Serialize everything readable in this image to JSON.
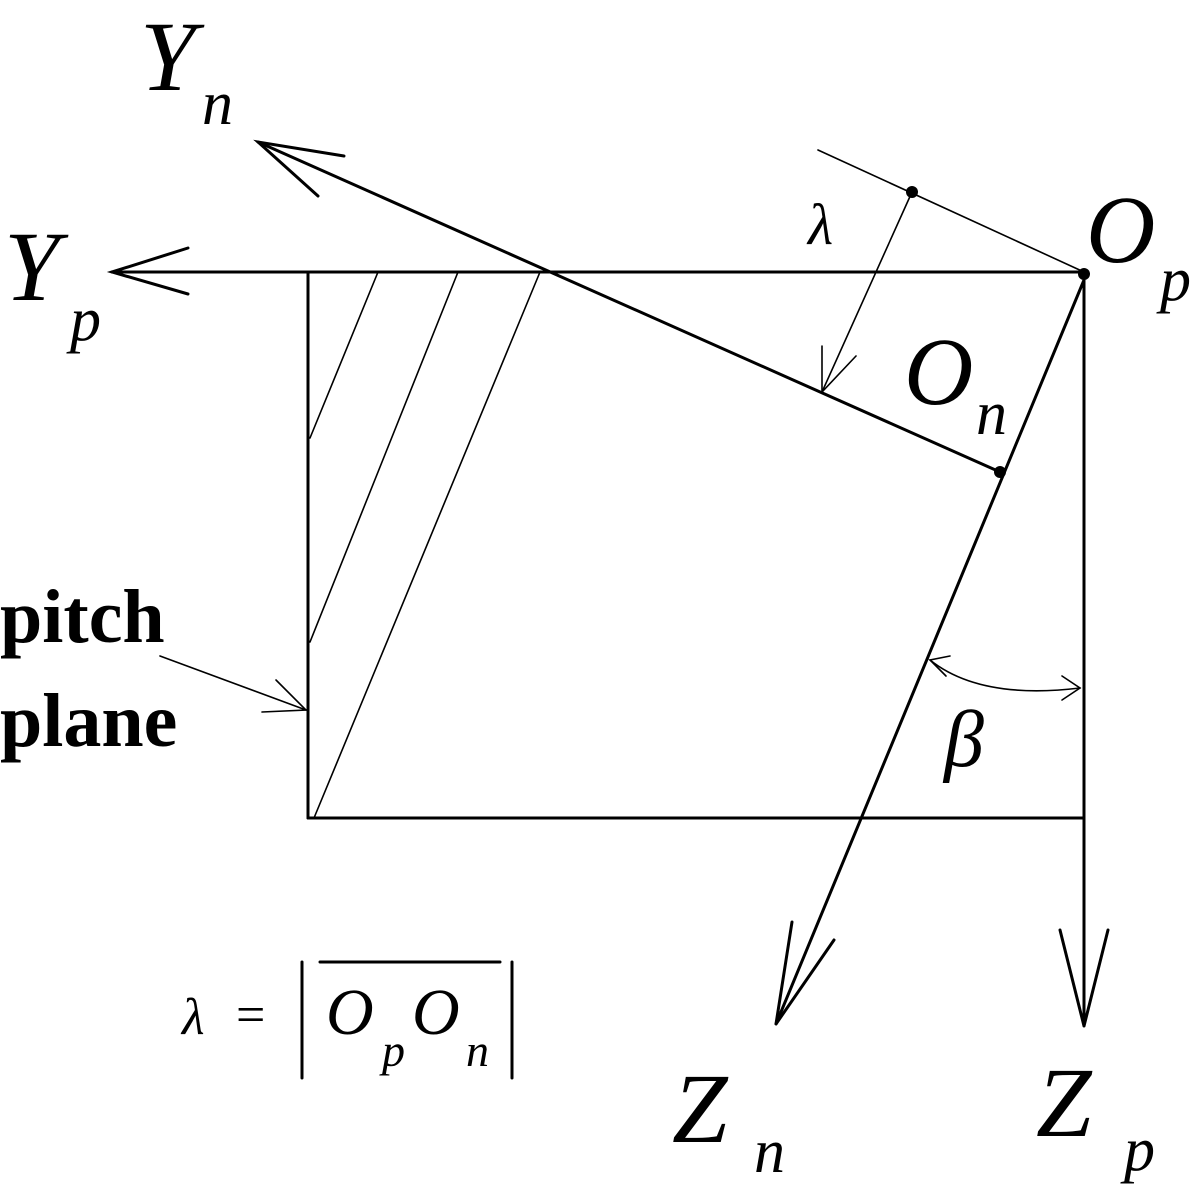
{
  "labels": {
    "y_n": "Y",
    "y_n_sub": "n",
    "y_p": "Y",
    "y_p_sub": "p",
    "o_p": "O",
    "o_p_sub": "p",
    "o_n": "O",
    "o_n_sub": "n",
    "z_n": "Z",
    "z_n_sub": "n",
    "z_p": "Z",
    "z_p_sub": "p",
    "lambda": "λ",
    "beta": "β",
    "pitch_line1": "pitch",
    "pitch_line2": "plane"
  },
  "formula": {
    "lhs": "λ",
    "eq": "=",
    "o1": "O",
    "o1_sub": "p",
    "o2": "O",
    "o2_sub": "n"
  }
}
